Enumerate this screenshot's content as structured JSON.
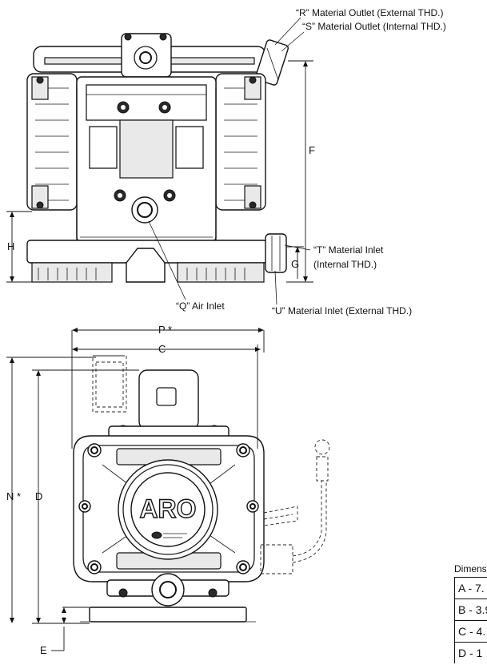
{
  "labels": {
    "r_outlet": "“R” Material Outlet (External THD.)",
    "s_outlet": "“S” Material Outlet (Internal THD.)",
    "t_inlet_1": "“T” Material Inlet",
    "t_inlet_2": "(Internal THD.)",
    "q_air": "“Q” Air Inlet",
    "u_inlet": "“U” Material Inlet (External THD.)",
    "brand": "ARO"
  },
  "dimensions": {
    "f": "F",
    "h": "H",
    "g": "G",
    "p": "P *",
    "c": "C",
    "n": "N *",
    "d": "D",
    "e": "E"
  },
  "table": {
    "title": "Dimens",
    "rows": [
      "A - 7.",
      "B - 3.9",
      "C - 4.",
      "D - 1"
    ]
  }
}
